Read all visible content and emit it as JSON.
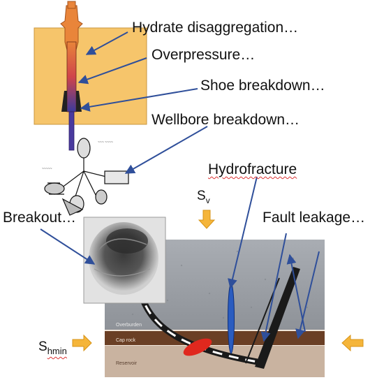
{
  "labels": {
    "hydrate": "Hydrate disaggregation…",
    "overpressure": "Overpressure…",
    "shoe": "Shoe breakdown…",
    "wellbore": "Wellbore breakdown…",
    "hydrofracture": "Hydrofracture",
    "breakout": "Breakout…",
    "fault": "Fault leakage…",
    "sv_base": "S",
    "sv_sub": "v",
    "shmin_base": "S",
    "shmin_sub": "hmin"
  },
  "layers": {
    "overburden": "Overburden",
    "caprock": "Cap rock",
    "reservoir": "Reservoir"
  },
  "colors": {
    "arrow": "#2f4f9a",
    "stress_arrow": "#f5b53a",
    "casing_block": "#f6c56b",
    "overburden": "#9b9ea3",
    "caprock": "#6a3f25",
    "reservoir": "#c9b3a0",
    "hydrofracture": "#2a5cc0",
    "breakdown": "#e0281e"
  }
}
